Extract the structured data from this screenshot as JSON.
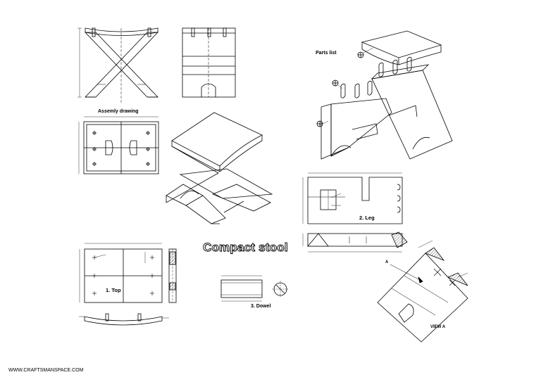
{
  "title": "Compact stool",
  "website": "WWW.CRAFTSMANSPACE.COM",
  "labels": {
    "assembly": "Assemly drawing",
    "parts_list": "Parts list",
    "top": "1. Top",
    "leg": "2. Leg",
    "dowel": "3. Dowel",
    "view_a": "VIEW A",
    "arrow_a": "A"
  },
  "colors": {
    "line": "#000000",
    "background": "#ffffff",
    "hatch": "#555555"
  }
}
